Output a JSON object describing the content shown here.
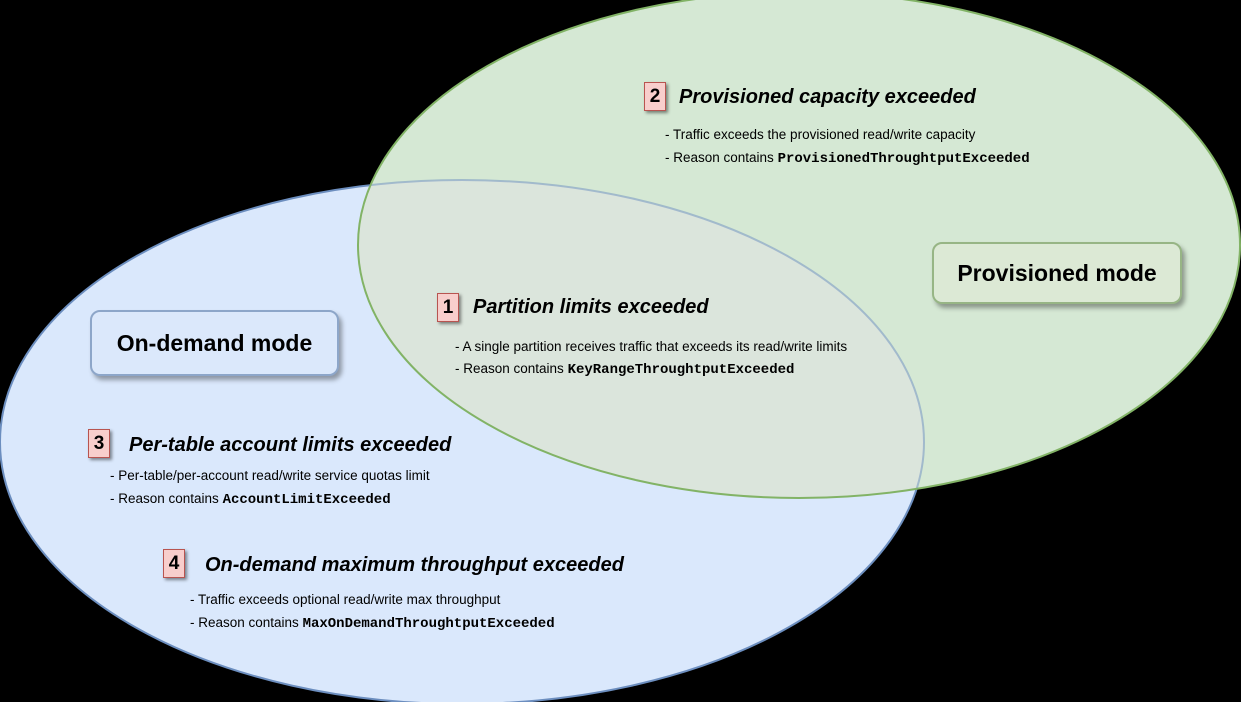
{
  "colors": {
    "background": "#000000",
    "text": "#000000",
    "badge_fill": "#f8cecc",
    "badge_stroke": "#b85450",
    "blue_box_fill": "#dbe8fb",
    "blue_box_stroke": "#8da6c9",
    "green_box_fill": "#dce9d5",
    "green_box_stroke": "#97b585"
  },
  "venn": {
    "on_demand": {
      "label": "On-demand mode",
      "fill": "#dae8fc",
      "stroke": "#6c8ebf"
    },
    "provisioned": {
      "label": "Provisioned mode",
      "fill": "#d5e8d4",
      "stroke": "#82b366"
    },
    "overlap_fill": "#dbe5dc"
  },
  "items": [
    {
      "number": "1",
      "title": "Partition limits exceeded",
      "line1": "- A single partition receives traffic that exceeds its read/write limits",
      "line2_text": "- Reason contains ",
      "line2_code": "KeyRangeThroughtputExceeded"
    },
    {
      "number": "2",
      "title": "Provisioned capacity exceeded",
      "line1": "- Traffic exceeds the provisioned read/write capacity",
      "line2_text": "- Reason contains ",
      "line2_code": "ProvisionedThroughtputExceeded"
    },
    {
      "number": "3",
      "title": "Per-table account limits exceeded",
      "line1": "- Per-table/per-account read/write service quotas limit",
      "line2_text": "- Reason contains ",
      "line2_code": "AccountLimitExceeded"
    },
    {
      "number": "4",
      "title": "On-demand maximum throughput exceeded",
      "line1": "- Traffic exceeds optional read/write max throughput",
      "line2_text": "- Reason contains ",
      "line2_code": "MaxOnDemandThroughtputExceeded"
    }
  ]
}
